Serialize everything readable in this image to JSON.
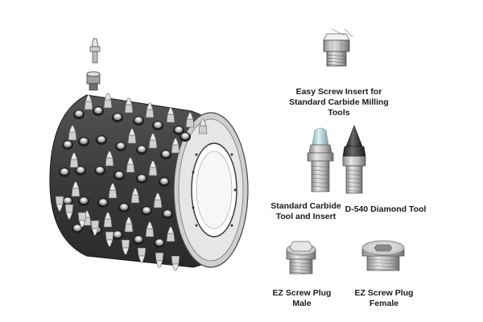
{
  "captions": {
    "easy_screw_insert": [
      "Easy Screw Insert for",
      "Standard Carbide Milling",
      "Tools"
    ],
    "standard_carbide": [
      "Standard Carbide",
      "Tool and Insert"
    ],
    "d540": [
      "D-540 Diamond Tool"
    ],
    "plug_male": [
      "EZ Screw Plug",
      "Male"
    ],
    "plug_female": [
      "EZ Screw Plug",
      "Female"
    ]
  },
  "colors": {
    "drum_dark": "#3a3a3a",
    "drum_mid": "#5a5a5a",
    "steel_light": "#d9d9d9",
    "steel_mid": "#a8a8a8",
    "steel_dark": "#6e6e6e",
    "carbide_tip": "#9ec4c9",
    "diamond_tip": "#2b2b2b"
  }
}
